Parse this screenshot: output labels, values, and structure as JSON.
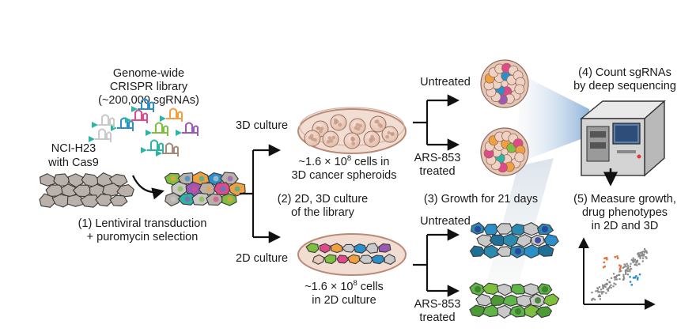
{
  "library": {
    "line1": "Genome-wide",
    "line2": "CRISPR library",
    "line3": "(~200,000 sgRNAs)"
  },
  "cell_line": {
    "line1": "NCI-H23",
    "line2": "with Cas9"
  },
  "step1": {
    "line1": "(1) Lentiviral transduction",
    "line2": "+ puromycin selection"
  },
  "culture3d": {
    "label": "3D culture",
    "count_prefix": "~1.6 × 10",
    "count_exp": "8",
    "count_suffix": " cells in",
    "line2": "3D cancer spheroids"
  },
  "culture2d": {
    "label": "2D culture",
    "count_prefix": "~1.6 × 10",
    "count_exp": "8",
    "count_suffix": " cells",
    "line2": "in 2D culture"
  },
  "step2": {
    "line1": "(2) 2D, 3D culture",
    "line2": "of the library"
  },
  "step3": {
    "label": "(3) Growth for 21 days"
  },
  "branches": {
    "untreated": "Untreated",
    "treated_line1": "ARS-853",
    "treated_line2": "treated"
  },
  "step4": {
    "line1": "(4) Count sgRNAs",
    "line2": "by deep sequencing"
  },
  "step5": {
    "line1": "(5) Measure growth,",
    "line2": "drug phenotypes",
    "line3": "in 2D and 3D"
  },
  "colors": {
    "cell_gray": "#b9b1aa",
    "cell_outline": "#3a3a3a",
    "spheroid_fill": "#e8c8b8",
    "spheroid_dark": "#b88870",
    "dish_rim": "#c79a86",
    "dish_fill": "#f2ddd3",
    "teal": "#2a8ab0",
    "green": "#5fb548",
    "arrow_blue": "#6f9ecf",
    "accent_red": "#e03a3a",
    "scatter_gray": "#8a8a8a",
    "scatter_orange": "#e3733a",
    "scatter_blue": "#2b8fc9"
  },
  "sgrna_colors": [
    "#c9c9c9",
    "#2b8fc9",
    "#e04a8a",
    "#7fbf3f",
    "#f0a040",
    "#9b59b6",
    "#2ab5a5",
    "#a88a7a"
  ]
}
